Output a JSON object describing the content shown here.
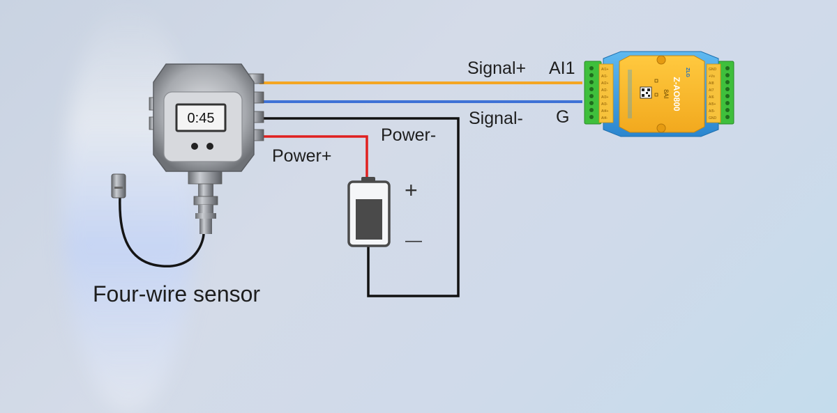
{
  "labels": {
    "signal_plus": "Signal+",
    "ai1": "AI1",
    "signal_minus": "Signal-",
    "g": "G",
    "power_minus": "Power-",
    "power_plus": "Power+",
    "battery_plus": "+",
    "battery_minus": "—",
    "sensor_name": "Four-wire sensor"
  },
  "sensor": {
    "display_value": "0:45"
  },
  "module": {
    "model": "Z-AO800",
    "channels": "8AI",
    "brand": "ZLG"
  },
  "colors": {
    "signal_plus_wire": "#f4a623",
    "signal_minus_wire": "#3f72d6",
    "power_plus_wire": "#e0201f",
    "power_minus_wire": "#111111",
    "module_body": "#f6b52e",
    "module_case": "#3b9fe0",
    "terminal_green": "#3fbf3c"
  }
}
